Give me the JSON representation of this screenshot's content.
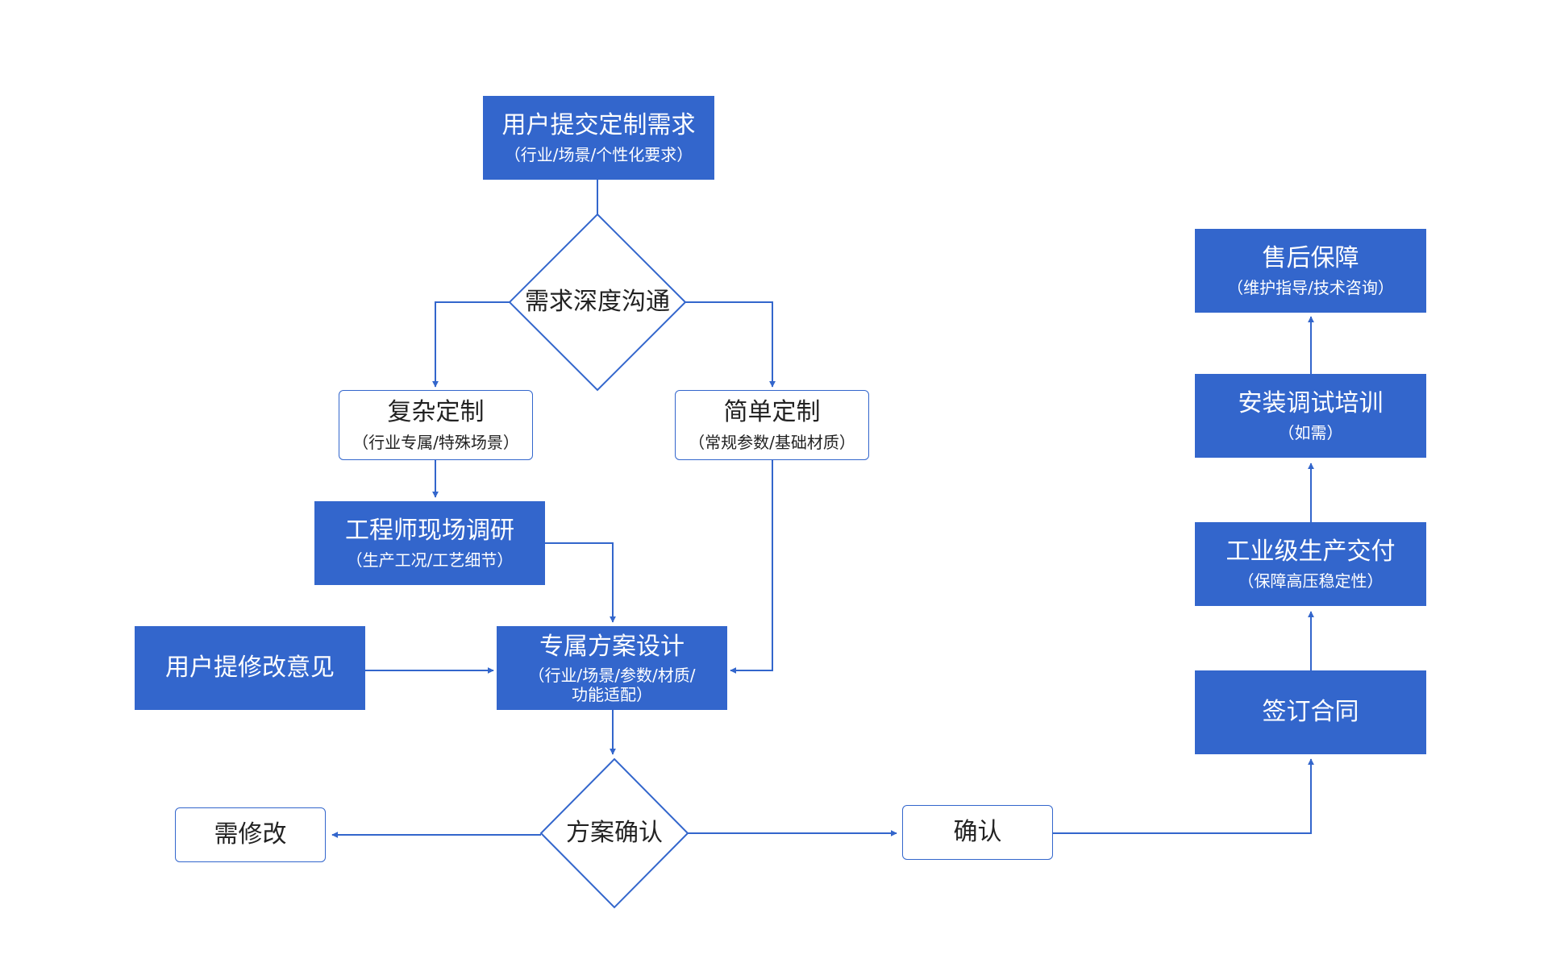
{
  "colors": {
    "primary": "#3366cc",
    "outline_text": "#222222",
    "background": "#ffffff"
  },
  "nodes": {
    "submit": {
      "title": "用户提交定制需求",
      "sub": "（行业/场景/个性化要求）"
    },
    "communicate": {
      "title": "需求深度沟通"
    },
    "complex": {
      "title": "复杂定制",
      "sub": "（行业专属/特殊场景）"
    },
    "simple": {
      "title": "简单定制",
      "sub": "（常规参数/基础材质）"
    },
    "survey": {
      "title": "工程师现场调研",
      "sub": "（生产工况/工艺细节）"
    },
    "feedback": {
      "title": "用户提修改意见"
    },
    "design": {
      "title": "专属方案设计",
      "sub_line1": "（行业/场景/参数/材质/",
      "sub_line2": "功能适配）"
    },
    "confirm_decision": {
      "title": "方案确认"
    },
    "revise": {
      "title": "需修改"
    },
    "confirmed": {
      "title": "确认"
    },
    "contract": {
      "title": "签订合同"
    },
    "production": {
      "title": "工业级生产交付",
      "sub": "（保障高压稳定性）"
    },
    "install": {
      "title": "安装调试培训",
      "sub": "（如需）"
    },
    "aftersales": {
      "title": "售后保障",
      "sub": "（维护指导/技术咨询）"
    }
  }
}
